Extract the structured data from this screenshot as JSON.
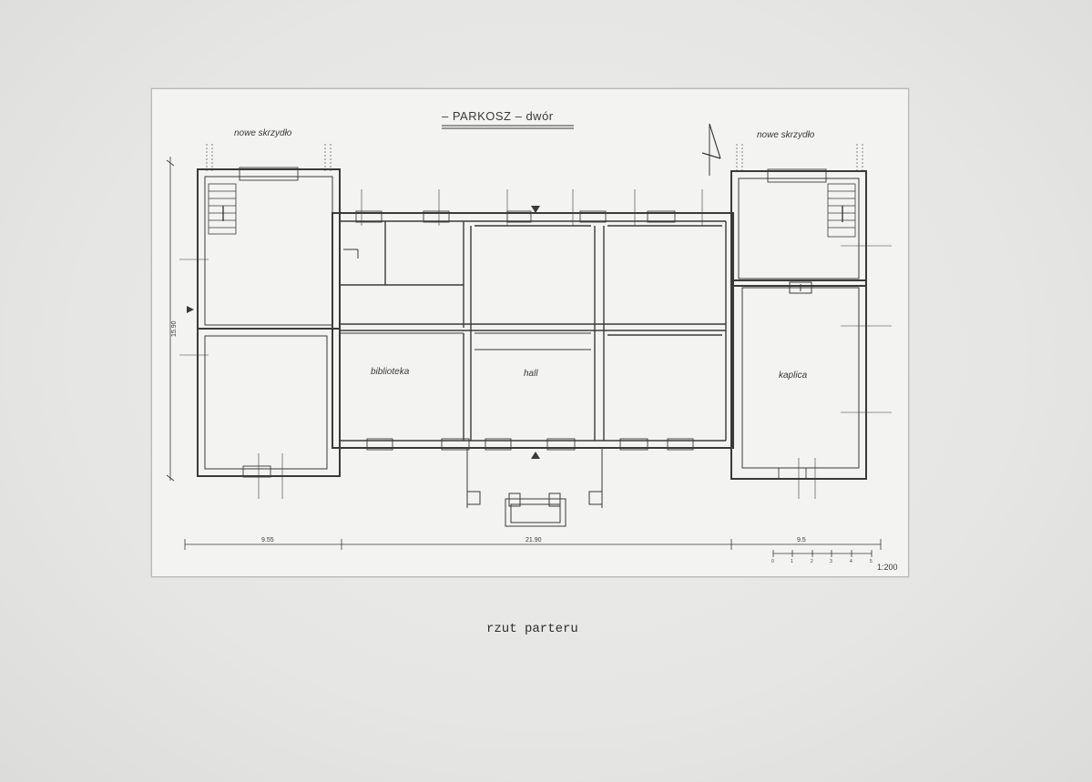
{
  "plan": {
    "title": "– PARKOSZ – dwór",
    "wing_left": "nowe skrzydło",
    "wing_right": "nowe skrzydło",
    "rooms": {
      "library": "biblioteka",
      "hall": "hall",
      "chapel": "kaplica"
    },
    "dims": {
      "left_segment": "9.55",
      "middle_segment": "21.90",
      "right_segment": "9.5",
      "depth": "15.90"
    },
    "scale": "1:200",
    "scale_bar_ticks": [
      "0",
      "1",
      "2",
      "3",
      "4",
      "5"
    ]
  },
  "caption": "rzut parteru"
}
